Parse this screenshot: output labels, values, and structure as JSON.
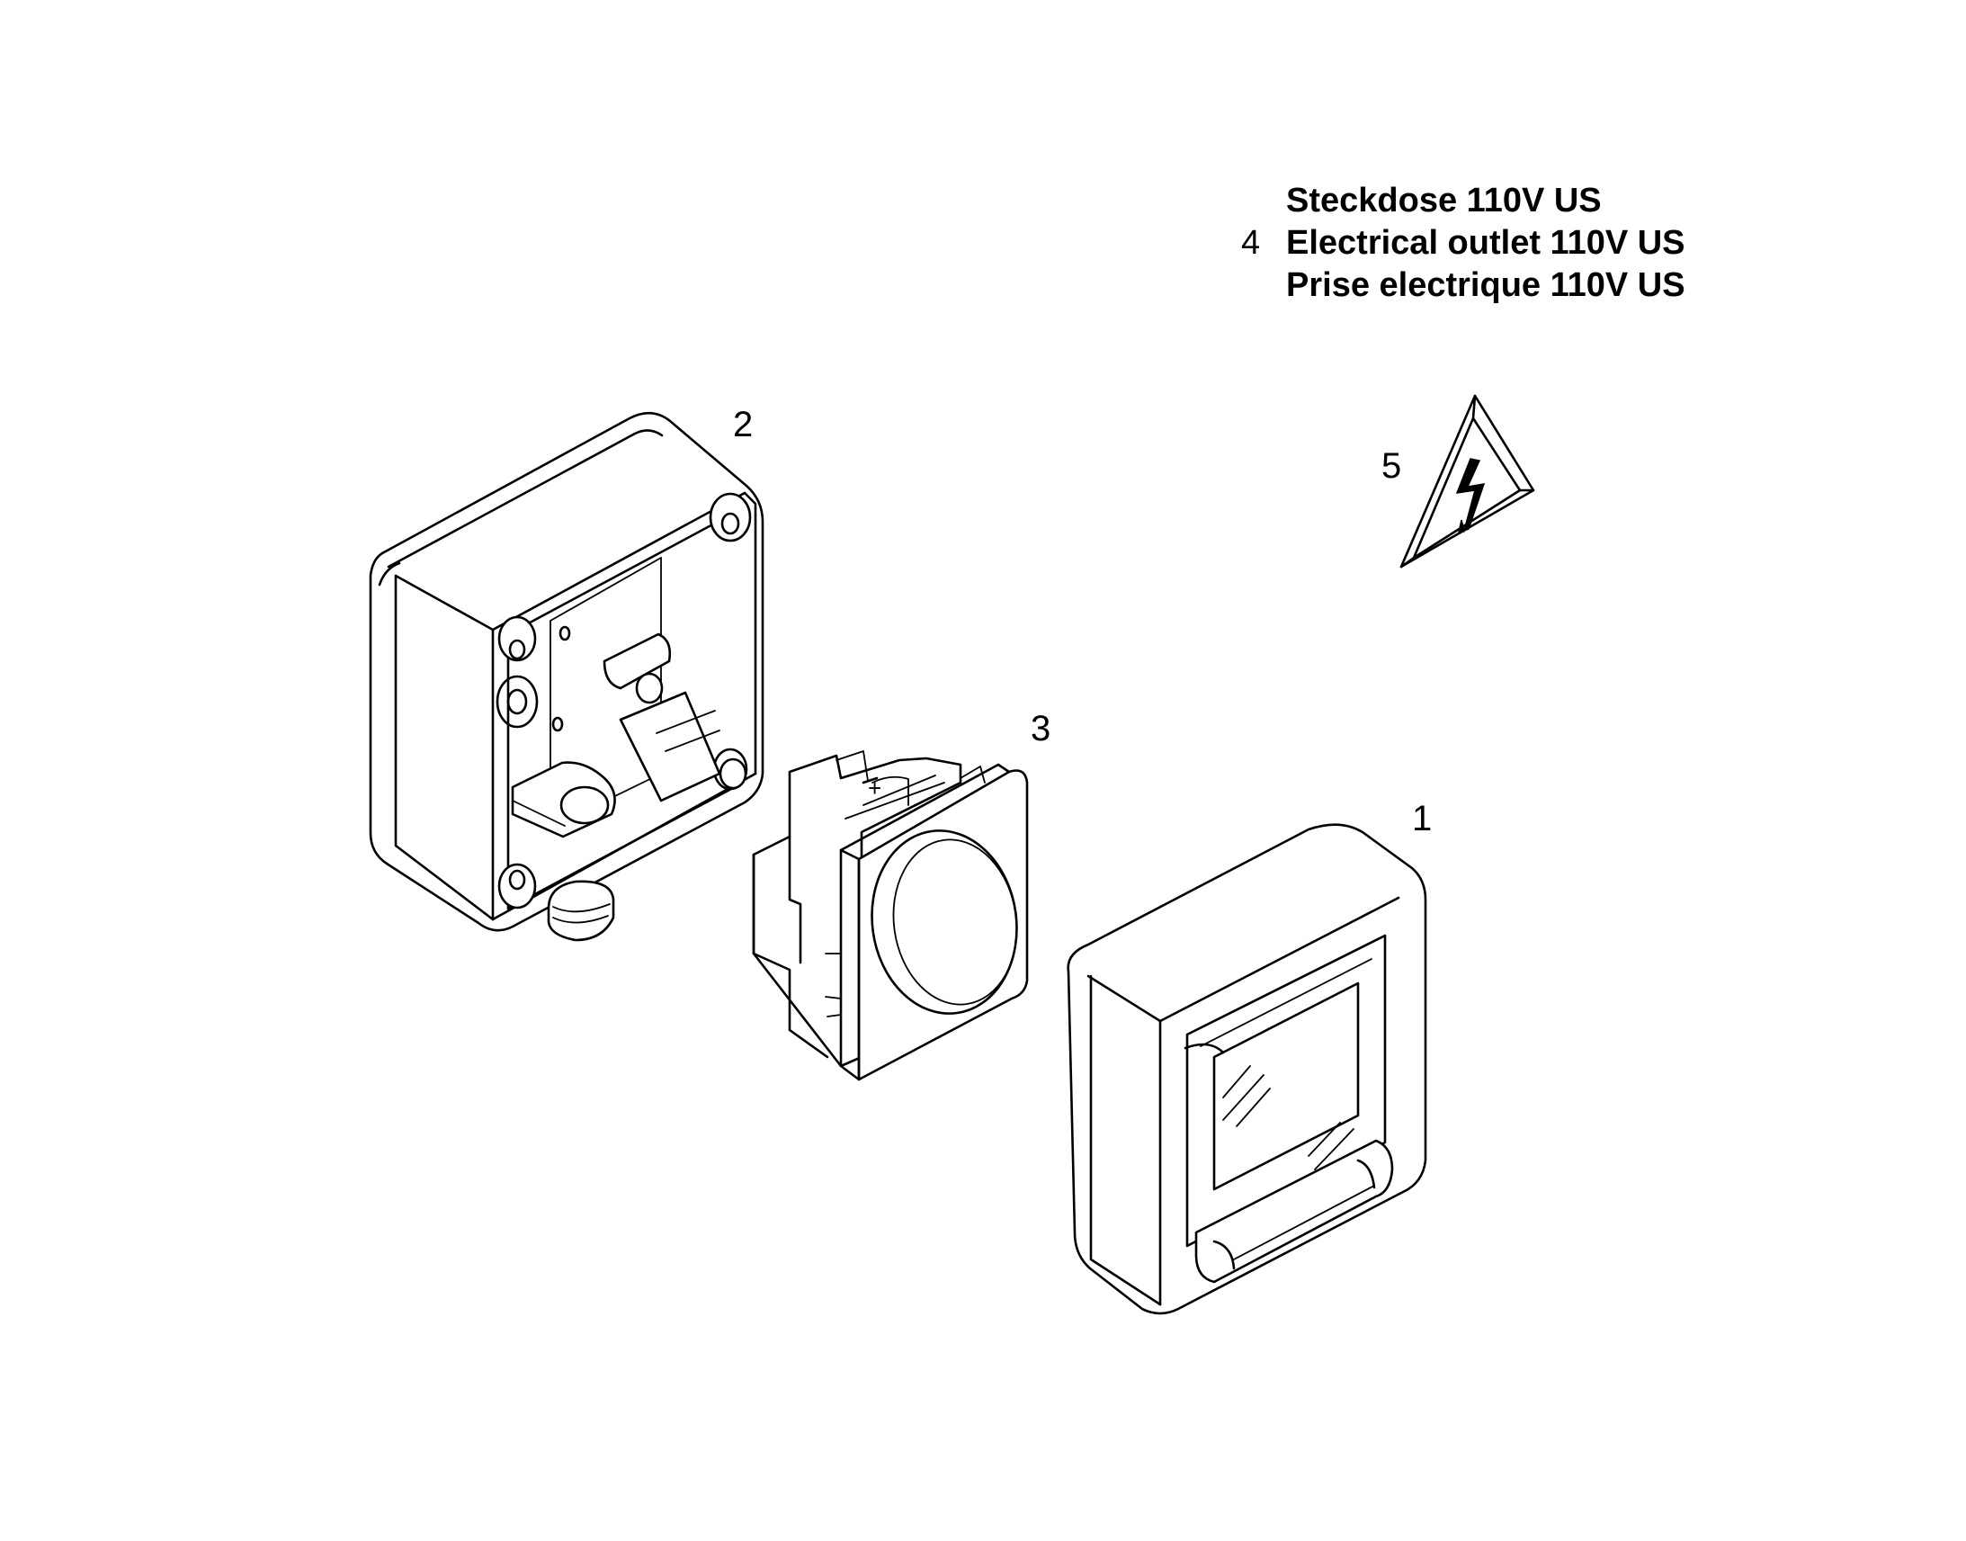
{
  "legend": {
    "number": "4",
    "lines": [
      "Steckdose 110V US",
      "Electrical outlet 110V US",
      "Prise electrique 110V US"
    ]
  },
  "callouts": {
    "cover": "1",
    "box": "2",
    "socket": "3",
    "warning": "5"
  },
  "icons": {
    "warning": "high-voltage-warning-icon"
  }
}
